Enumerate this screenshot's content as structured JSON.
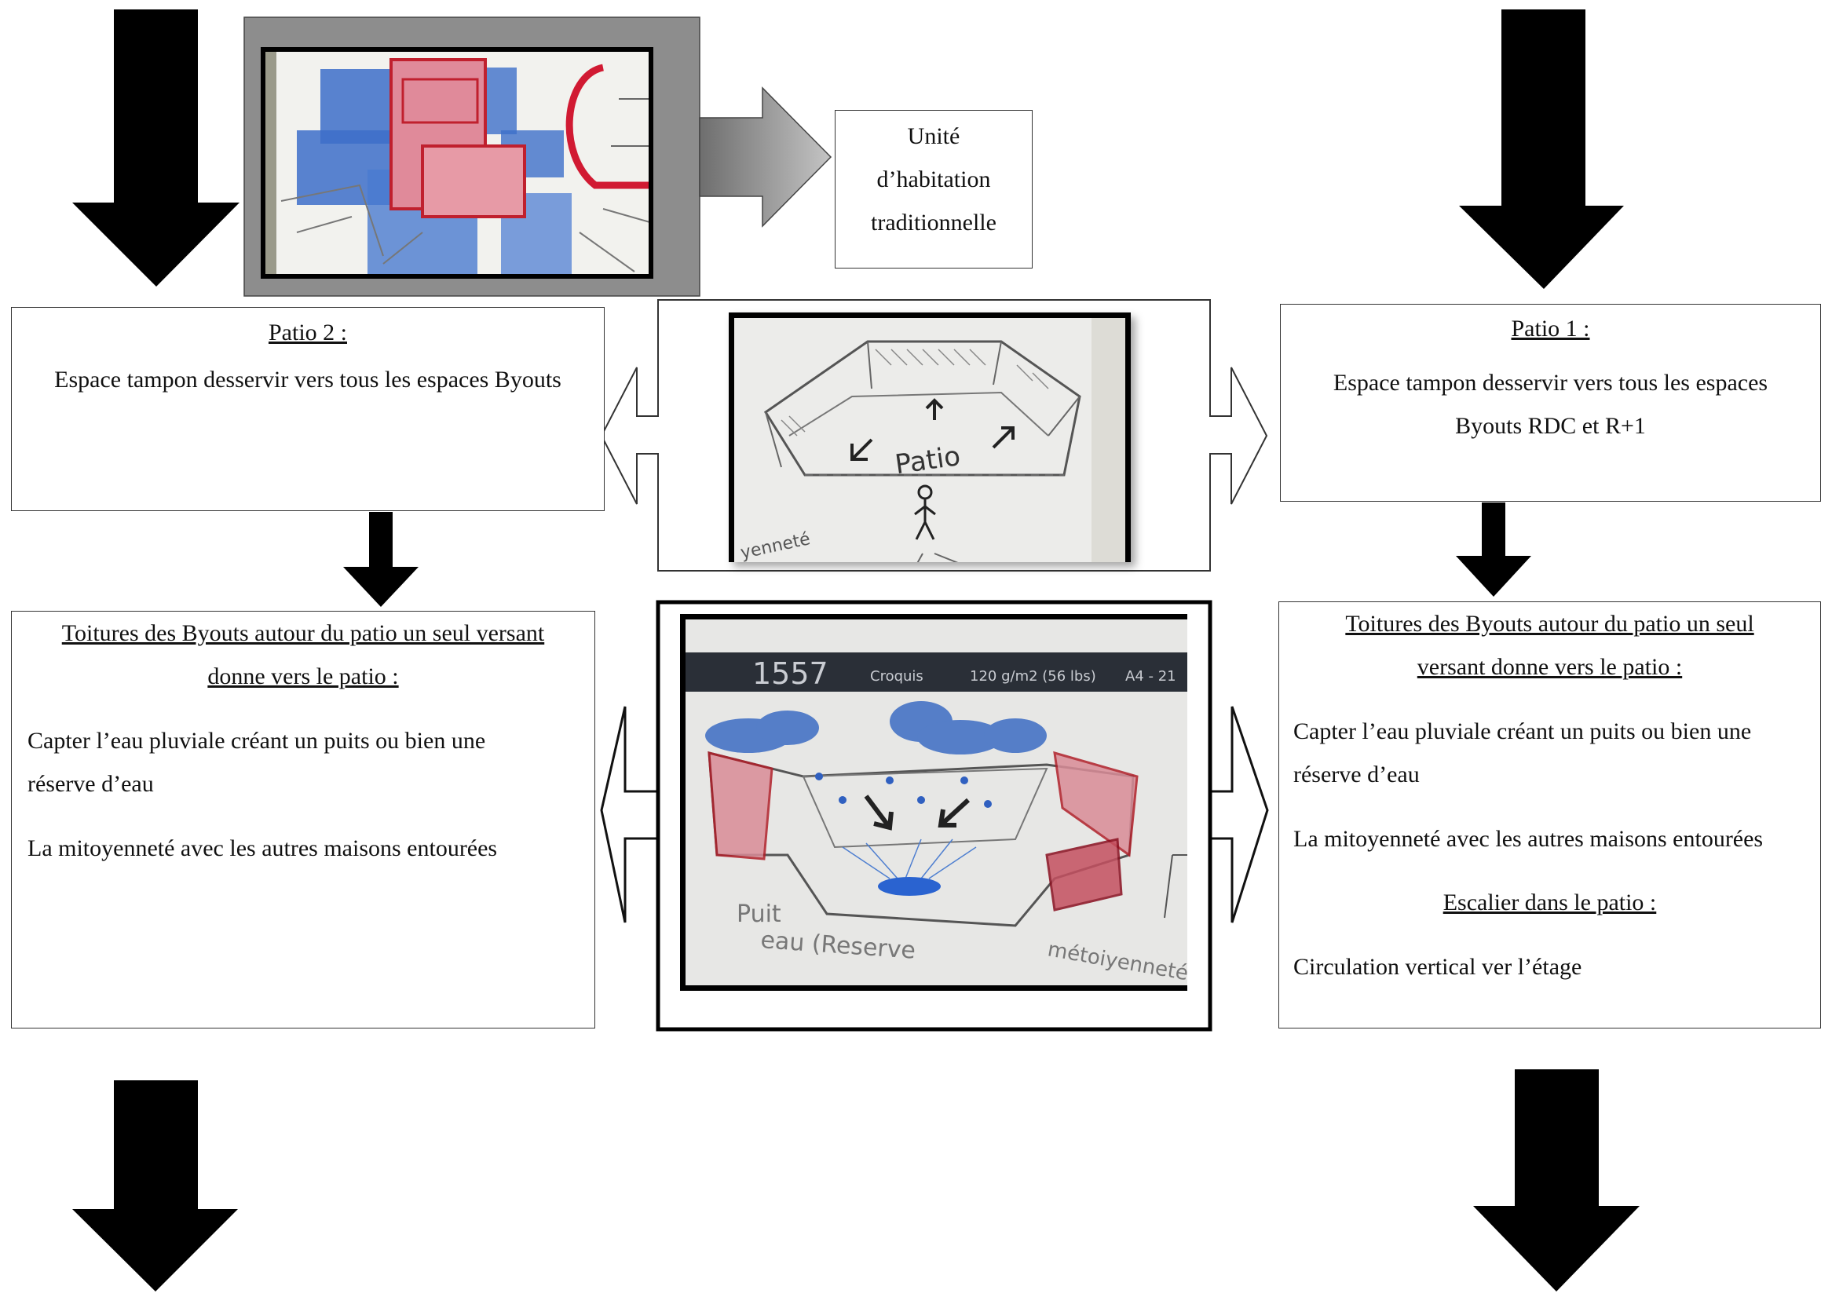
{
  "unit_box": {
    "lines": [
      "Unité",
      "d’habitation",
      "traditionnelle"
    ]
  },
  "patio2": {
    "title": "Patio 2 :",
    "body": "Espace tampon desservir vers tous les espaces Byouts"
  },
  "patio1": {
    "title": "Patio 1 :",
    "body_lines": [
      "Espace tampon desservir vers tous les espaces",
      "Byouts RDC et R+1"
    ]
  },
  "left_roof": {
    "title_lines": [
      "Toitures des Byouts  autour du patio un seul versant",
      "donne vers le patio :"
    ],
    "para1_lines": [
      "Capter l’eau pluviale créant un puits ou bien une",
      "réserve d’eau"
    ],
    "para2": "La mitoyenneté avec les autres maisons entourées"
  },
  "right_roof": {
    "title_lines": [
      "Toitures des Byouts  autour du patio un seul",
      "versant donne vers le patio :"
    ],
    "para1_lines": [
      "Capter l’eau pluviale créant un puits ou bien une",
      "réserve d’eau"
    ],
    "para2": "La mitoyenneté avec les autres maisons entourées",
    "stair_title": "Escalier dans le patio :",
    "stair_body": "Circulation vertical ver l’étage"
  },
  "sketch_top": {
    "annotations": []
  },
  "sketch_patio": {
    "labels": [
      "Patio",
      "yenneté"
    ]
  },
  "sketch_roof": {
    "header": [
      "1557",
      "Croquis",
      "120 g/m2 (56 lbs)",
      "A4 - 21"
    ],
    "labels": [
      "Puit",
      "eau (Reserve",
      "métoiyenneté"
    ]
  }
}
